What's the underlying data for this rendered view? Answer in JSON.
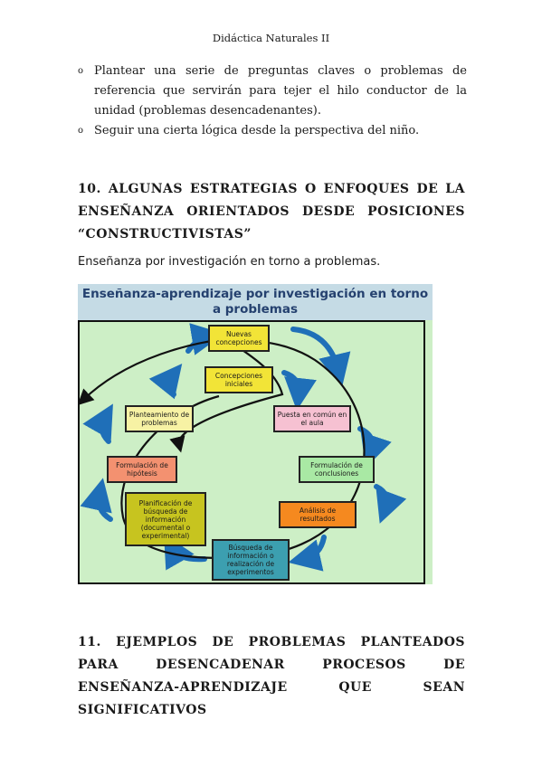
{
  "header": {
    "running_title": "Didáctica Naturales II"
  },
  "bullets": [
    {
      "marker": "o",
      "text": "Plantear una serie de preguntas claves o problemas de referencia que servirán para tejer el hilo conductor de la unidad (problemas desencadenantes)."
    },
    {
      "marker": "o",
      "text": "Seguir una cierta lógica desde la perspectiva del niño."
    }
  ],
  "section10": {
    "heading": "10. ALGUNAS ESTRATEGIAS O ENFOQUES DE LA ENSEÑANZA ORIENTADOS DESDE POSICIONES “CONSTRUCTIVISTAS”"
  },
  "intro": "Enseñanza por investigación en torno a problemas.",
  "figure": {
    "title": "Enseñanza-aprendizaje por investigación en torno a problemas",
    "colors": {
      "title_bg": "#c5dbe5",
      "panel_bg": "#cdefc6",
      "arrow": "#1f6fb8",
      "title_text": "#25416f"
    },
    "nodes": [
      {
        "id": "nuevas",
        "label": "Nuevas concepciones",
        "color": "#f2e437"
      },
      {
        "id": "iniciales",
        "label": "Concepciones iniciales",
        "color": "#f2e437"
      },
      {
        "id": "planteamiento",
        "label": "Planteamiento de problemas",
        "color": "#f7f2a4"
      },
      {
        "id": "puesta",
        "label": "Puesta en común en el aula",
        "color": "#f6c1d2"
      },
      {
        "id": "formulacion-hip",
        "label": "Formulación de hipótesis",
        "color": "#f39170"
      },
      {
        "id": "formulacion-conc",
        "label": "Formulación de conclusiones",
        "color": "#a9e9a4"
      },
      {
        "id": "planificacion",
        "label": "Planificación de búsqueda de información (documental o experimental)",
        "color": "#c7c41f"
      },
      {
        "id": "analisis",
        "label": "Análisis de resultados",
        "color": "#f5891f"
      },
      {
        "id": "busqueda",
        "label": "Búsqueda de información o realización de experimentos",
        "color": "#3c9fb0"
      }
    ]
  },
  "section11": {
    "heading": "11. EJEMPLOS DE PROBLEMAS PLANTEADOS PARA DESENCADENAR PROCESOS DE ENSEÑANZA-APRENDIZAJE QUE SEAN SIGNIFICATIVOS"
  }
}
